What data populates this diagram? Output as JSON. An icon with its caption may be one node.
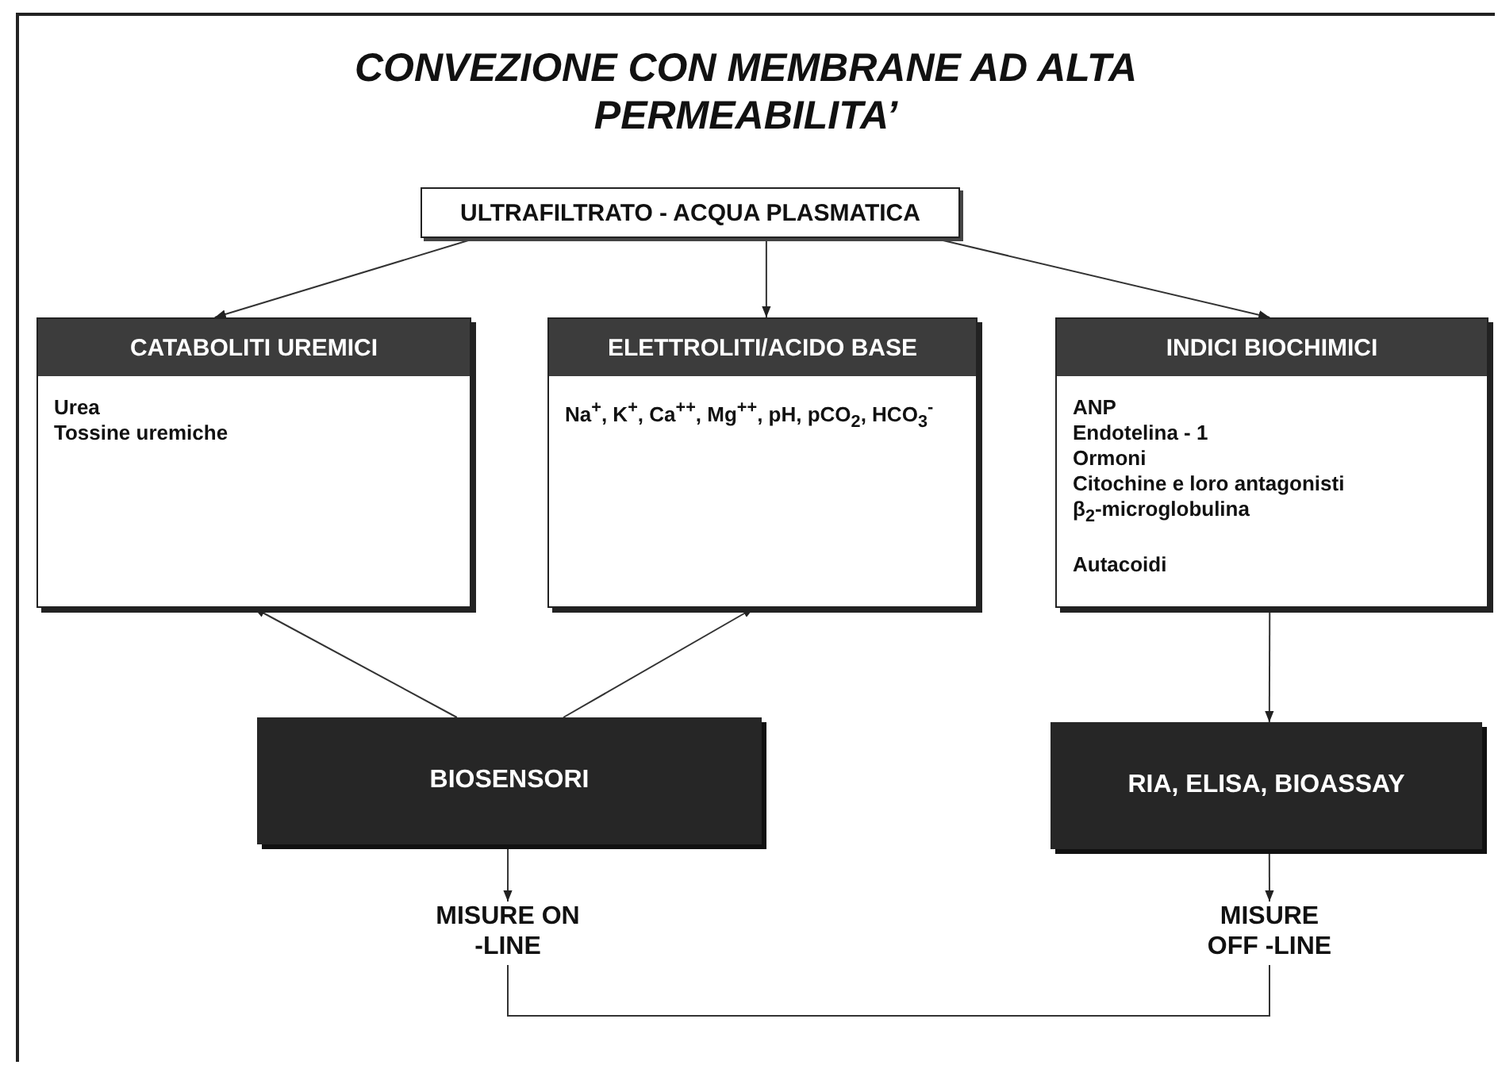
{
  "diagram": {
    "title": "CONVEZIONE CON MEMBRANE AD ALTA PERMEABILITA’",
    "nodes": [
      {
        "text": [
          "ULTRAFILTRATO - ACQUA PLASMATICA"
        ]
      },
      {
        "text": [
          "CATABOLITI UREMICI",
          "Urea",
          "Tossine uremiche"
        ]
      },
      {
        "text": [
          "ELETTROLITI/ACIDO BASE",
          "Na$^{+}$, K$^{+}$, Ca$^{++}$, Mg$^{++}$, pH, pCO$_{2}$, HCO$_{3}$$^{-}$"
        ]
      },
      {
        "text": [
          "INDICI BIOCHIMICI",
          "ANP",
          "Endotelina - 1",
          "Ormoni",
          "Citochine e loro antagonisti",
          "β$_{2}$-microglobulina",
          "Autacoidi"
        ]
      },
      {
        "text": [
          "BIOSENSORI"
        ]
      },
      {
        "text": [
          "RIA, ELISA, BIOASSAY"
        ]
      },
      {
        "text": [
          "MISURE ON -LINE"
        ]
      },
      {
        "text": [
          "MISURE OFF -LINE"
        ]
      }
    ],
    "edges": [
      {
        "from": 0,
        "to": 1,
        "arrow": "to"
      },
      {
        "from": 0,
        "to": 2,
        "arrow": "to"
      },
      {
        "from": 0,
        "to": 3,
        "arrow": "to"
      },
      {
        "from": 4,
        "to": 1,
        "arrow": "to"
      },
      {
        "from": 4,
        "to": 2,
        "arrow": "to"
      },
      {
        "from": 3,
        "to": 5,
        "arrow": "to"
      },
      {
        "from": 4,
        "to": 6,
        "arrow": "to"
      },
      {
        "from": 5,
        "to": 7,
        "arrow": "to"
      },
      {
        "from": 6,
        "to": 7,
        "arrow": "none"
      }
    ]
  }
}
